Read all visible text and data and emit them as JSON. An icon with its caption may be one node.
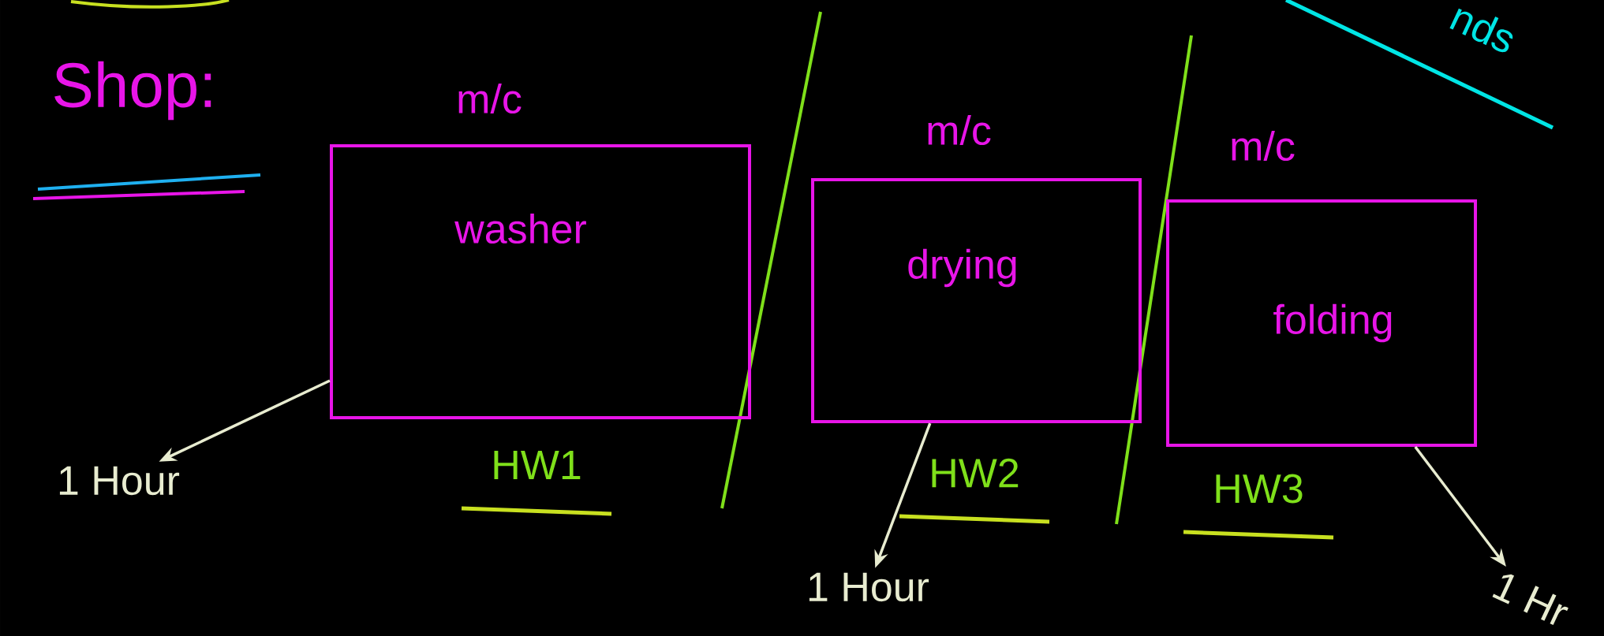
{
  "diagram": {
    "title": "Shop:",
    "nodes": [
      {
        "text": [
          "m/c",
          "washer"
        ],
        "beside": [
          "HW1"
        ]
      },
      {
        "text": [
          "1 Hour"
        ]
      },
      {
        "text": [
          "m/c",
          "drying"
        ],
        "beside": [
          "HW2"
        ]
      },
      {
        "text": [
          "1 Hour"
        ]
      },
      {
        "text": [
          "m/c",
          "folding"
        ],
        "beside": [
          "HW3"
        ]
      },
      {
        "text": [
          "1 Hr"
        ]
      }
    ],
    "edges": [
      {
        "from": 0,
        "to": 1,
        "arrow": "to"
      },
      {
        "from": 2,
        "to": 3,
        "arrow": "to"
      },
      {
        "from": 4,
        "to": 5,
        "arrow": "to"
      }
    ],
    "labels": [
      "nds"
    ]
  }
}
